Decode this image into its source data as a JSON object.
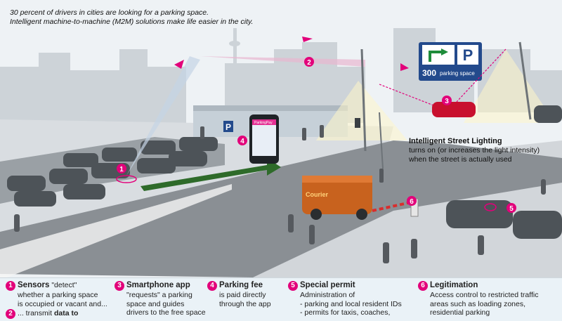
{
  "intro": {
    "line1": "30 percent of drivers in cities are looking for a parking space.",
    "line2": "Intelligent machine-to-machine (M2M) solutions make life easier in the city."
  },
  "sign": {
    "count": "300",
    "label": "parking space",
    "letter": "P"
  },
  "phone_app_label": "ParkingPay",
  "van_label": "Courier",
  "street_lighting": {
    "title": "Intelligent Street Lighting",
    "line1": "turns on (or increases the light intensity)",
    "line2": "when the street is actually used"
  },
  "markers": [
    "1",
    "2",
    "3",
    "4",
    "5",
    "6"
  ],
  "bottom": {
    "c1": {
      "n": "1",
      "title": "Sensors",
      "l1": "\"detect\"",
      "l2": "whether a parking space",
      "l3": "is occupied or vacant and..."
    },
    "c2": {
      "n": "2",
      "l1": "... transmit",
      "l1b": "data to"
    },
    "c3": {
      "n": "3",
      "title": "Smartphone app",
      "l1": "\"requests\" a parking",
      "l2": "space and guides",
      "l3": "drivers to the free space"
    },
    "c4": {
      "n": "4",
      "title": "Parking fee",
      "l1": "is paid directly",
      "l2": "through the app"
    },
    "c5": {
      "n": "5",
      "title": "Special permit",
      "l1": "Administration of",
      "l2": "- parking and local resident IDs",
      "l3": "- permits for taxis, coaches,"
    },
    "c6": {
      "n": "6",
      "title": "Legitimation",
      "l1": "Access control to restricted traffic",
      "l2": "areas such as loading zones,",
      "l3": "residential parking"
    }
  },
  "colors": {
    "accent": "#e2007a",
    "road": "#8a8f94",
    "arrow": "#2e6b2a",
    "van": "#c8621e",
    "car3": "#c8102e",
    "sky": "#eef2f5"
  }
}
